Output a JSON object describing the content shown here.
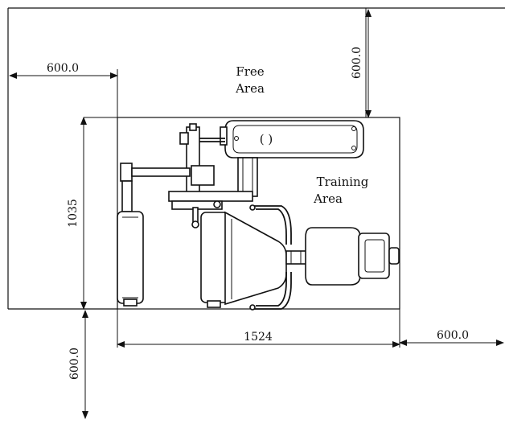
{
  "labels": {
    "free_area_line1": "Free",
    "free_area_line2": "Area",
    "training_area_line1": "Training",
    "training_area_line2": "Area",
    "icon_text": "( )"
  },
  "dimensions": {
    "left_clearance": "600.0",
    "top_clearance": "600.0",
    "right_clearance": "600.0",
    "bottom_clearance": "600.0",
    "footprint_width": "1524",
    "footprint_depth": "1035"
  }
}
